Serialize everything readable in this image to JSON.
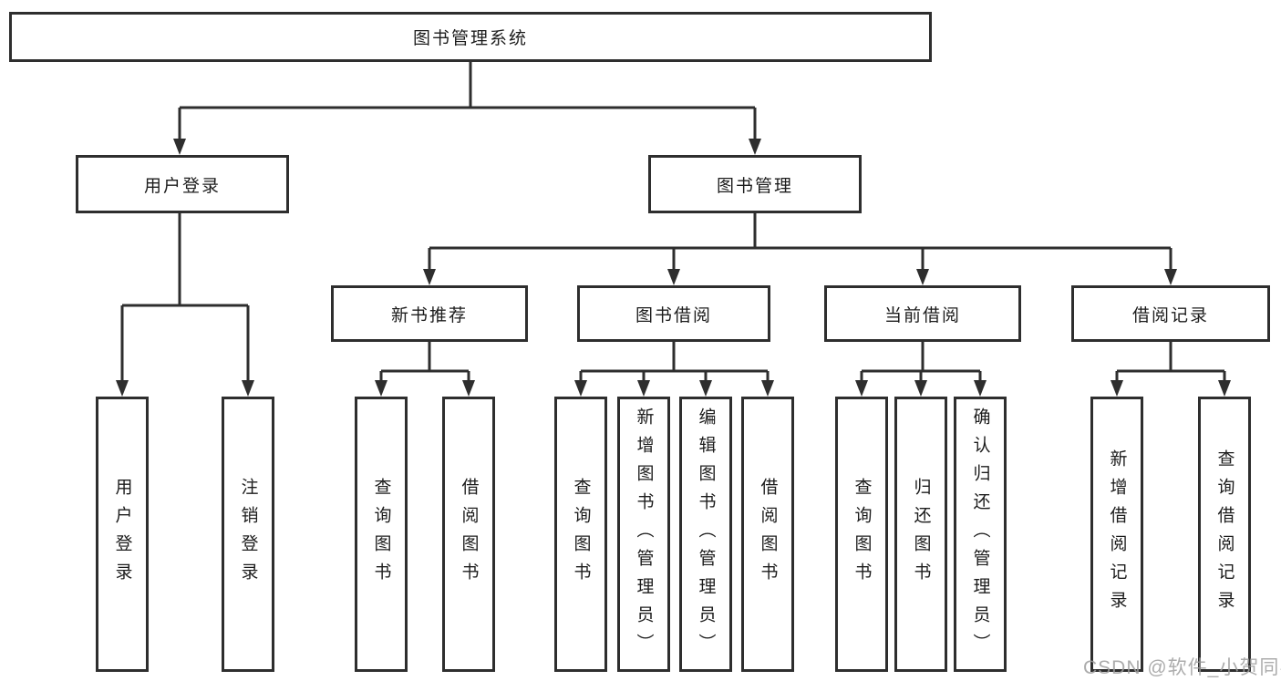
{
  "diagram_title": "图书管理系统",
  "tree": {
    "root": {
      "label": "图书管理系统"
    },
    "branches": [
      {
        "label": "用户登录",
        "children": [
          {
            "label": "用户登录"
          },
          {
            "label": "注销登录"
          }
        ]
      },
      {
        "label": "图书管理",
        "groups": [
          {
            "label": "新书推荐",
            "children": [
              {
                "label": "查询图书"
              },
              {
                "label": "借阅图书"
              }
            ]
          },
          {
            "label": "图书借阅",
            "children": [
              {
                "label": "查询图书"
              },
              {
                "label": "新增图书（管理员）"
              },
              {
                "label": "编辑图书（管理员）"
              },
              {
                "label": "借阅图书"
              }
            ]
          },
          {
            "label": "当前借阅",
            "children": [
              {
                "label": "查询图书"
              },
              {
                "label": "归还图书"
              },
              {
                "label": "确认归还（管理员）"
              }
            ]
          },
          {
            "label": "借阅记录",
            "children": [
              {
                "label": "新增借阅记录"
              },
              {
                "label": "查询借阅记录"
              }
            ]
          }
        ]
      }
    ]
  },
  "watermark": {
    "text": "CSDN @软件_小贺同学",
    "color": "#9e9e9e"
  },
  "style": {
    "line_color": "#2e2e2e",
    "box_border_color": "#2e2e2e",
    "text_color": "#1c1c1c",
    "background": "#ffffff"
  }
}
